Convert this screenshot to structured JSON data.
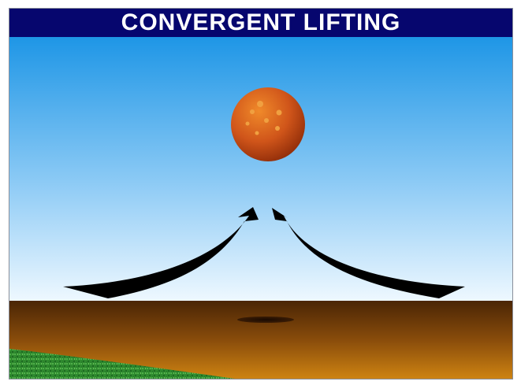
{
  "title": "CONVERGENT LIFTING",
  "colors": {
    "title_bg": "#06066e",
    "title_text": "#ffffff",
    "sky_top": "#1e96e6",
    "sky_bottom": "#eef8ff",
    "ground_top": "#4a2505",
    "ground_bottom": "#d08512",
    "grass": "#2f8a2f",
    "air_parcel": "#d0551a",
    "arrows": "#000000"
  },
  "icons": [
    "air-parcel-ball",
    "converging-arrow-left",
    "converging-arrow-right",
    "shadow-ellipse",
    "grass-slope"
  ]
}
